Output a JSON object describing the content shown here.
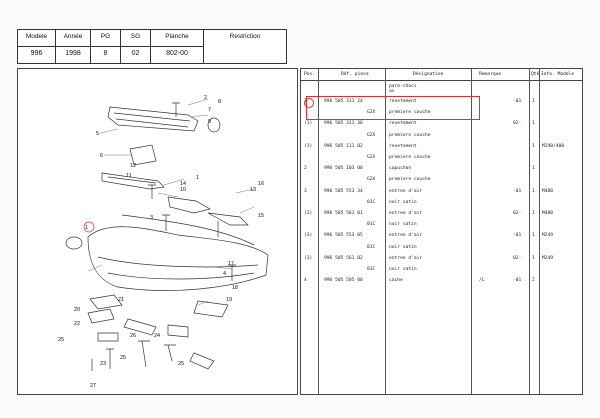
{
  "header": {
    "labels": [
      "Modele",
      "Année",
      "PG",
      "SG",
      "Planche",
      "Restriction"
    ],
    "values": [
      "996",
      "1998",
      "8",
      "02",
      "802-00",
      ""
    ]
  },
  "diagram": {
    "callouts": [
      "1",
      "1",
      "2",
      "3",
      "4",
      "5",
      "6",
      "7",
      "8",
      "9",
      "10",
      "11",
      "12",
      "13",
      "14",
      "15",
      "16",
      "17",
      "18",
      "19",
      "20",
      "21",
      "22",
      "23",
      "24",
      "25",
      "25",
      "25",
      "26",
      "27"
    ],
    "highlight_color": "#d9303a"
  },
  "table": {
    "columns": [
      "Pos.",
      "Réf. piece",
      "Désignation",
      "Remarque",
      "Qté",
      "Info. Modele"
    ],
    "group_title": "pare-chocs",
    "group_subtitle": "av",
    "rows": [
      {
        "pos": "1",
        "ref": "996 505 311 24",
        "desig": "revetement",
        "rem": "-01",
        "qte": "1",
        "info": ""
      },
      {
        "pos": "",
        "ref": "G2X",
        "desig": "premiere couche",
        "rem": "",
        "qte": "",
        "info": ""
      },
      {
        "pos": "(1)",
        "ref": "996 505 311 36",
        "desig": "revetement",
        "rem": "02-",
        "qte": "1",
        "info": ""
      },
      {
        "pos": "",
        "ref": "G2X",
        "desig": "premiere couche",
        "rem": "",
        "qte": "",
        "info": ""
      },
      {
        "pos": "(1)",
        "ref": "996 505 111 02",
        "desig": "revetement",
        "rem": "",
        "qte": "1",
        "info": "M290/480"
      },
      {
        "pos": "",
        "ref": "G2X",
        "desig": "premiere couche",
        "rem": "",
        "qte": "",
        "info": ""
      },
      {
        "pos": "2",
        "ref": "996 505 103 00",
        "desig": "capuchon",
        "rem": "",
        "qte": "1",
        "info": ""
      },
      {
        "pos": "",
        "ref": "G2X",
        "desig": "premiere couche",
        "rem": "",
        "qte": "",
        "info": ""
      },
      {
        "pos": "3",
        "ref": "996 505 553 34",
        "desig": "entree d'air",
        "rem": "-01",
        "qte": "1",
        "info": "M480"
      },
      {
        "pos": "",
        "ref": "01C",
        "desig": "noir satin",
        "rem": "",
        "qte": "",
        "info": ""
      },
      {
        "pos": "(3)",
        "ref": "996 505 561 01",
        "desig": "entree d'air",
        "rem": "02-",
        "qte": "1",
        "info": "M480"
      },
      {
        "pos": "",
        "ref": "01C",
        "desig": "noir satin",
        "rem": "",
        "qte": "",
        "info": ""
      },
      {
        "pos": "(3)",
        "ref": "996 505 553 05",
        "desig": "entree d'air",
        "rem": "-01",
        "qte": "1",
        "info": "M249"
      },
      {
        "pos": "",
        "ref": "01C",
        "desig": "noir satin",
        "rem": "",
        "qte": "",
        "info": ""
      },
      {
        "pos": "(3)",
        "ref": "996 505 561 02",
        "desig": "entree d'air",
        "rem": "02-",
        "qte": "1",
        "info": "M249"
      },
      {
        "pos": "",
        "ref": "01C",
        "desig": "noir satin",
        "rem": "",
        "qte": "",
        "info": ""
      },
      {
        "pos": "4",
        "ref": "996 505 505 00",
        "desig": "cache",
        "rem": "-01",
        "qte": "2",
        "info": ""
      }
    ],
    "row4_rem_prefix": "/L"
  }
}
